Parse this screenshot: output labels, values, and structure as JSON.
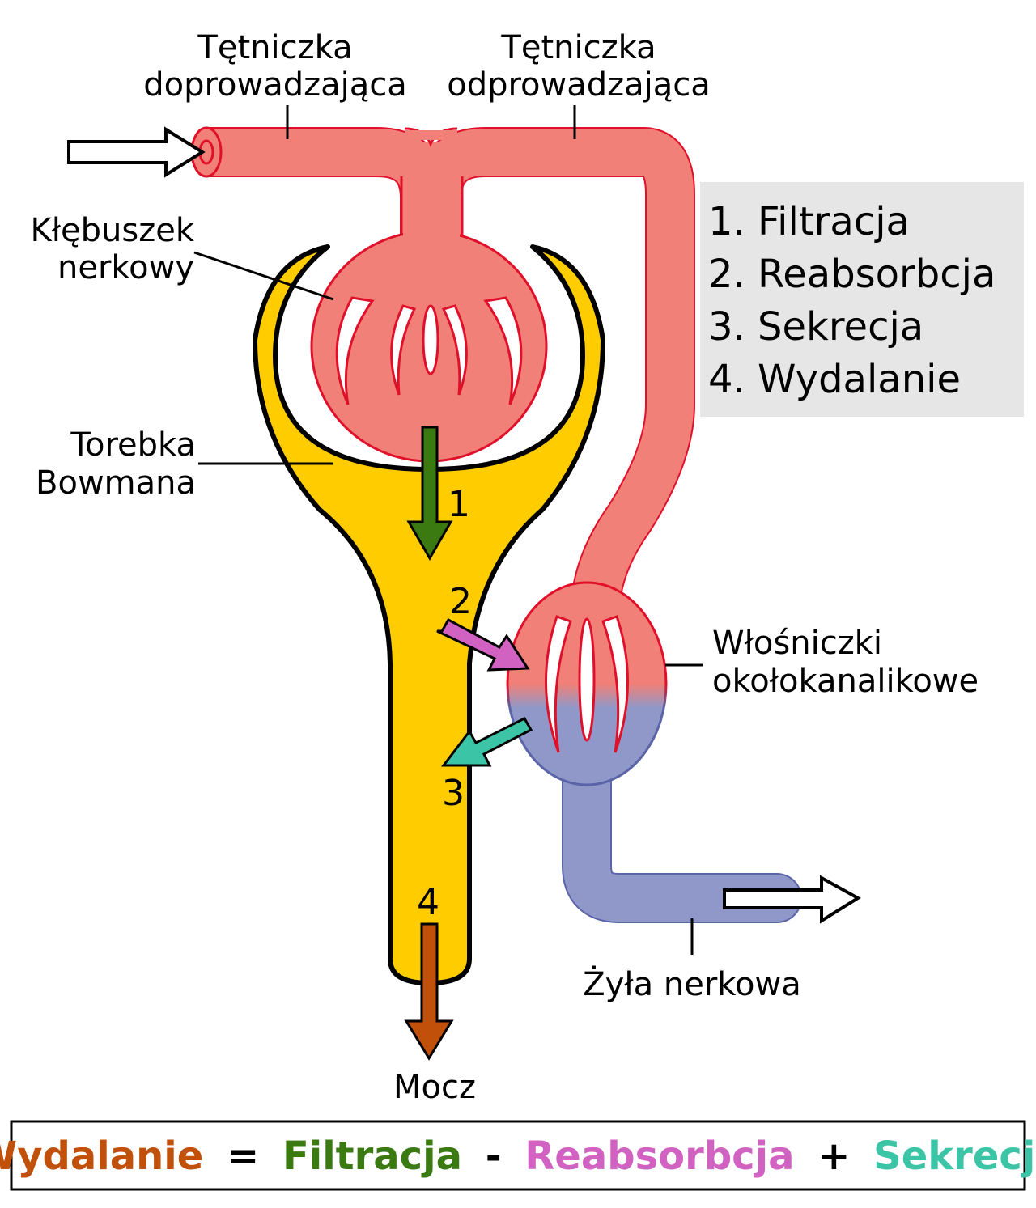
{
  "labels": {
    "afferent_l1": "Tętniczka",
    "afferent_l2": "doprowadzająca",
    "efferent_l1": "Tętniczka",
    "efferent_l2": "odprowadzająca",
    "glomerulus_l1": "Kłębuszek",
    "glomerulus_l2": "nerkowy",
    "bowman_l1": "Torebka",
    "bowman_l2": "Bowmana",
    "capillaries_l1": "Włośniczki",
    "capillaries_l2": "okołokanalikowe",
    "vein": "Żyła nerkowa",
    "urine": "Mocz"
  },
  "legend": [
    "1. Filtracja",
    "2. Reabsorbcja",
    "3. Sekrecja",
    "4. Wydalanie"
  ],
  "steps": [
    "1",
    "2",
    "3",
    "4"
  ],
  "equation": {
    "wydalanie": "Wydalanie",
    "eq": "=",
    "filtracja": "Filtracja",
    "minus": "-",
    "reabsorbcja": "Reabsorbcja",
    "plus": "+",
    "sekrecja": "Sekrecja"
  },
  "colors": {
    "artery_fill": "#f08078",
    "artery_stroke": "#e0102a",
    "vein_fill": "#8f98c8",
    "vein_stroke": "#5a64a8",
    "tubule_fill": "#ffcc00",
    "filtration": "#3a7a10",
    "reabsorption": "#d262c2",
    "secretion": "#3cc4a6",
    "excretion": "#c0500a",
    "legend_bg": "#e6e6e6"
  }
}
